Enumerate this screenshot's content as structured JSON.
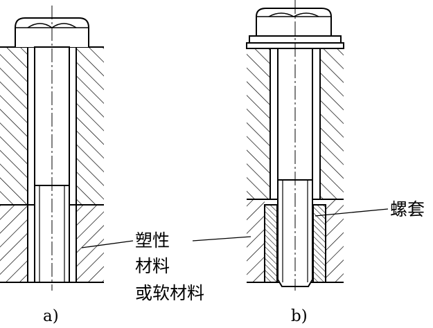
{
  "figures": [
    {
      "id": "a",
      "caption": "a)"
    },
    {
      "id": "b",
      "caption": "b)"
    }
  ],
  "labels": {
    "material_line1": "塑性",
    "material_line2": "材料",
    "material_line3": "或软材料",
    "thread_insert": "螺套"
  },
  "colors": {
    "line": "#000000",
    "background": "#ffffff"
  }
}
